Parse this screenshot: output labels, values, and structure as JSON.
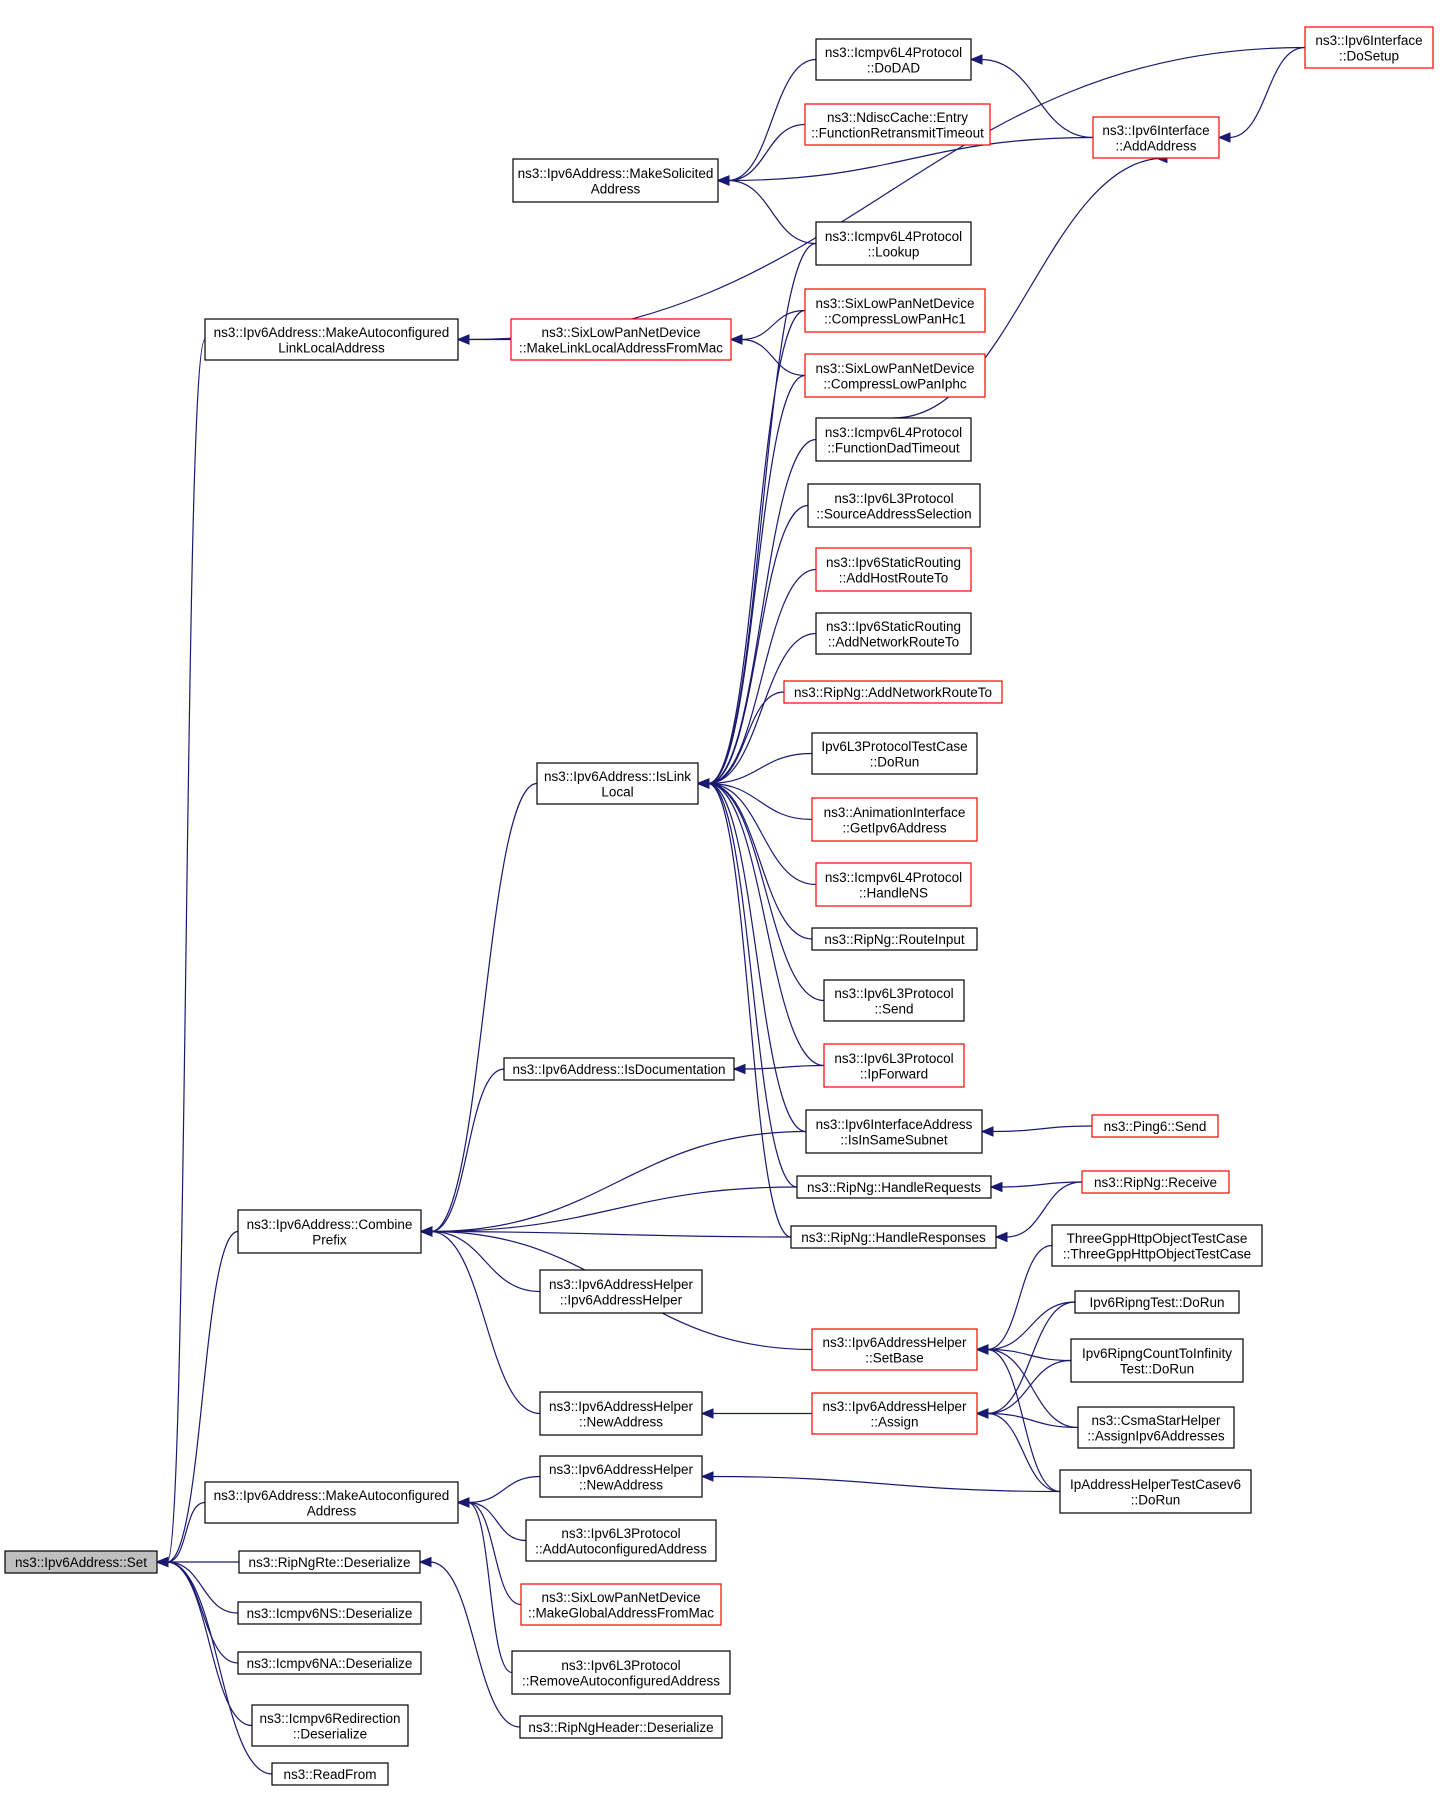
{
  "graph": {
    "nodes": [
      {
        "id": "set",
        "lines": [
          "ns3::Ipv6Address::Set"
        ],
        "style": "root"
      },
      {
        "id": "makeauto_ll",
        "lines": [
          "ns3::Ipv6Address::MakeAutoconfigured",
          "LinkLocalAddress"
        ],
        "style": "normal"
      },
      {
        "id": "makesol",
        "lines": [
          "ns3::Ipv6Address::MakeSolicited",
          "Address"
        ],
        "style": "normal"
      },
      {
        "id": "islink",
        "lines": [
          "ns3::Ipv6Address::IsLink",
          "Local"
        ],
        "style": "normal"
      },
      {
        "id": "combine",
        "lines": [
          "ns3::Ipv6Address::Combine",
          "Prefix"
        ],
        "style": "normal"
      },
      {
        "id": "makeauto",
        "lines": [
          "ns3::Ipv6Address::MakeAutoconfigured",
          "Address"
        ],
        "style": "normal"
      },
      {
        "id": "ripngrte",
        "lines": [
          "ns3::RipNgRte::Deserialize"
        ],
        "style": "normal"
      },
      {
        "id": "icmpns",
        "lines": [
          "ns3::Icmpv6NS::Deserialize"
        ],
        "style": "normal"
      },
      {
        "id": "icmpna",
        "lines": [
          "ns3::Icmpv6NA::Deserialize"
        ],
        "style": "normal"
      },
      {
        "id": "icmpredir",
        "lines": [
          "ns3::Icmpv6Redirection",
          "::Deserialize"
        ],
        "style": "normal"
      },
      {
        "id": "readfrom",
        "lines": [
          "ns3::ReadFrom"
        ],
        "style": "normal"
      },
      {
        "id": "sixmakell",
        "lines": [
          "ns3::SixLowPanNetDevice",
          "::MakeLinkLocalAddressFromMac"
        ],
        "style": "red"
      },
      {
        "id": "isdoc",
        "lines": [
          "ns3::Ipv6Address::IsDocumentation"
        ],
        "style": "normal"
      },
      {
        "id": "helperctor",
        "lines": [
          "ns3::Ipv6AddressHelper",
          "::Ipv6AddressHelper"
        ],
        "style": "normal"
      },
      {
        "id": "newaddr1",
        "lines": [
          "ns3::Ipv6AddressHelper",
          "::NewAddress"
        ],
        "style": "normal"
      },
      {
        "id": "newaddr2",
        "lines": [
          "ns3::Ipv6AddressHelper",
          "::NewAddress"
        ],
        "style": "normal"
      },
      {
        "id": "l3addauto",
        "lines": [
          "ns3::Ipv6L3Protocol",
          "::AddAutoconfiguredAddress"
        ],
        "style": "normal"
      },
      {
        "id": "sixmakeglobal",
        "lines": [
          "ns3::SixLowPanNetDevice",
          "::MakeGlobalAddressFromMac"
        ],
        "style": "red"
      },
      {
        "id": "l3removeauto",
        "lines": [
          "ns3::Ipv6L3Protocol",
          "::RemoveAutoconfiguredAddress"
        ],
        "style": "normal"
      },
      {
        "id": "ripngheader",
        "lines": [
          "ns3::RipNgHeader::Deserialize"
        ],
        "style": "normal"
      },
      {
        "id": "dodad",
        "lines": [
          "ns3::Icmpv6L4Protocol",
          "::DoDAD"
        ],
        "style": "normal"
      },
      {
        "id": "ndisc",
        "lines": [
          "ns3::NdiscCache::Entry",
          "::FunctionRetransmitTimeout"
        ],
        "style": "red"
      },
      {
        "id": "lookup",
        "lines": [
          "ns3::Icmpv6L4Protocol",
          "::Lookup"
        ],
        "style": "normal"
      },
      {
        "id": "hc1",
        "lines": [
          "ns3::SixLowPanNetDevice",
          "::CompressLowPanHc1"
        ],
        "style": "red"
      },
      {
        "id": "iphc",
        "lines": [
          "ns3::SixLowPanNetDevice",
          "::CompressLowPanIphc"
        ],
        "style": "red"
      },
      {
        "id": "dadtimeout",
        "lines": [
          "ns3::Icmpv6L4Protocol",
          "::FunctionDadTimeout"
        ],
        "style": "normal"
      },
      {
        "id": "srcaddrsel",
        "lines": [
          "ns3::Ipv6L3Protocol",
          "::SourceAddressSelection"
        ],
        "style": "normal"
      },
      {
        "id": "addhost",
        "lines": [
          "ns3::Ipv6StaticRouting",
          "::AddHostRouteTo"
        ],
        "style": "red"
      },
      {
        "id": "addnet",
        "lines": [
          "ns3::Ipv6StaticRouting",
          "::AddNetworkRouteTo"
        ],
        "style": "normal"
      },
      {
        "id": "ripaddnet",
        "lines": [
          "ns3::RipNg::AddNetworkRouteTo"
        ],
        "style": "red"
      },
      {
        "id": "l3test",
        "lines": [
          "Ipv6L3ProtocolTestCase",
          "::DoRun"
        ],
        "style": "normal"
      },
      {
        "id": "anim",
        "lines": [
          "ns3::AnimationInterface",
          "::GetIpv6Address"
        ],
        "style": "red"
      },
      {
        "id": "handlens",
        "lines": [
          "ns3::Icmpv6L4Protocol",
          "::HandleNS"
        ],
        "style": "red"
      },
      {
        "id": "routeinput",
        "lines": [
          "ns3::RipNg::RouteInput"
        ],
        "style": "normal"
      },
      {
        "id": "l3send",
        "lines": [
          "ns3::Ipv6L3Protocol",
          "::Send"
        ],
        "style": "normal"
      },
      {
        "id": "ipforward",
        "lines": [
          "ns3::Ipv6L3Protocol",
          "::IpForward"
        ],
        "style": "red"
      },
      {
        "id": "issamesubnet",
        "lines": [
          "ns3::Ipv6InterfaceAddress",
          "::IsInSameSubnet"
        ],
        "style": "normal"
      },
      {
        "id": "handlereq",
        "lines": [
          "ns3::RipNg::HandleRequests"
        ],
        "style": "normal"
      },
      {
        "id": "handleresp",
        "lines": [
          "ns3::RipNg::HandleResponses"
        ],
        "style": "normal"
      },
      {
        "id": "setbase",
        "lines": [
          "ns3::Ipv6AddressHelper",
          "::SetBase"
        ],
        "style": "red"
      },
      {
        "id": "assign",
        "lines": [
          "ns3::Ipv6AddressHelper",
          "::Assign"
        ],
        "style": "red"
      },
      {
        "id": "dosetup",
        "lines": [
          "ns3::Ipv6Interface",
          "::DoSetup"
        ],
        "style": "red"
      },
      {
        "id": "ifaddaddr",
        "lines": [
          "ns3::Ipv6Interface",
          "::AddAddress"
        ],
        "style": "red"
      },
      {
        "id": "ping6",
        "lines": [
          "ns3::Ping6::Send"
        ],
        "style": "red"
      },
      {
        "id": "ripreceive",
        "lines": [
          "ns3::RipNg::Receive"
        ],
        "style": "red"
      },
      {
        "id": "threegpp",
        "lines": [
          "ThreeGppHttpObjectTestCase",
          "::ThreeGppHttpObjectTestCase"
        ],
        "style": "normal"
      },
      {
        "id": "ripngtest",
        "lines": [
          "Ipv6RipngTest::DoRun"
        ],
        "style": "normal"
      },
      {
        "id": "ripngcount",
        "lines": [
          "Ipv6RipngCountToInfinity",
          "Test::DoRun"
        ],
        "style": "normal"
      },
      {
        "id": "csmastar",
        "lines": [
          "ns3::CsmaStarHelper",
          "::AssignIpv6Addresses"
        ],
        "style": "normal"
      },
      {
        "id": "iphelpertest",
        "lines": [
          "IpAddressHelperTestCasev6",
          "::DoRun"
        ],
        "style": "normal"
      }
    ],
    "edges": [
      [
        "makeauto_ll",
        "set"
      ],
      [
        "combine",
        "set"
      ],
      [
        "makeauto",
        "set"
      ],
      [
        "ripngrte",
        "set"
      ],
      [
        "icmpns",
        "set"
      ],
      [
        "icmpna",
        "set"
      ],
      [
        "icmpredir",
        "set"
      ],
      [
        "readfrom",
        "set"
      ],
      [
        "sixmakell",
        "makeauto_ll"
      ],
      [
        "dosetup",
        "makeauto_ll"
      ],
      [
        "dodad",
        "makesol"
      ],
      [
        "ndisc",
        "makesol"
      ],
      [
        "ifaddaddr",
        "makesol"
      ],
      [
        "lookup",
        "makesol"
      ],
      [
        "lookup",
        "islink"
      ],
      [
        "hc1",
        "islink"
      ],
      [
        "iphc",
        "islink"
      ],
      [
        "dadtimeout",
        "islink"
      ],
      [
        "srcaddrsel",
        "islink"
      ],
      [
        "addhost",
        "islink"
      ],
      [
        "addnet",
        "islink"
      ],
      [
        "ripaddnet",
        "islink"
      ],
      [
        "l3test",
        "islink"
      ],
      [
        "anim",
        "islink"
      ],
      [
        "handlens",
        "islink"
      ],
      [
        "routeinput",
        "islink"
      ],
      [
        "l3send",
        "islink"
      ],
      [
        "ipforward",
        "islink"
      ],
      [
        "issamesubnet",
        "islink"
      ],
      [
        "handlereq",
        "islink"
      ],
      [
        "handleresp",
        "islink"
      ],
      [
        "islink",
        "combine"
      ],
      [
        "isdoc",
        "combine"
      ],
      [
        "issamesubnet",
        "combine"
      ],
      [
        "handlereq",
        "combine"
      ],
      [
        "handleresp",
        "combine"
      ],
      [
        "helperctor",
        "combine"
      ],
      [
        "setbase",
        "combine"
      ],
      [
        "newaddr1",
        "combine"
      ],
      [
        "newaddr2",
        "makeauto"
      ],
      [
        "l3addauto",
        "makeauto"
      ],
      [
        "sixmakeglobal",
        "makeauto"
      ],
      [
        "l3removeauto",
        "makeauto"
      ],
      [
        "ripngheader",
        "ripngrte"
      ],
      [
        "ipforward",
        "isdoc"
      ],
      [
        "hc1",
        "sixmakell"
      ],
      [
        "iphc",
        "sixmakell"
      ],
      [
        "ifaddaddr",
        "dodad"
      ],
      [
        "dosetup",
        "ifaddaddr"
      ],
      [
        "dadtimeout",
        "ifaddaddr"
      ],
      [
        "ping6",
        "issamesubnet"
      ],
      [
        "ripreceive",
        "handlereq"
      ],
      [
        "ripreceive",
        "handleresp"
      ],
      [
        "threegpp",
        "setbase"
      ],
      [
        "ripngtest",
        "setbase"
      ],
      [
        "ripngcount",
        "setbase"
      ],
      [
        "csmastar",
        "setbase"
      ],
      [
        "iphelpertest",
        "setbase"
      ],
      [
        "ripngtest",
        "assign"
      ],
      [
        "ripngcount",
        "assign"
      ],
      [
        "csmastar",
        "assign"
      ],
      [
        "iphelpertest",
        "assign"
      ],
      [
        "assign",
        "newaddr1"
      ],
      [
        "iphelpertest",
        "newaddr2"
      ]
    ]
  }
}
